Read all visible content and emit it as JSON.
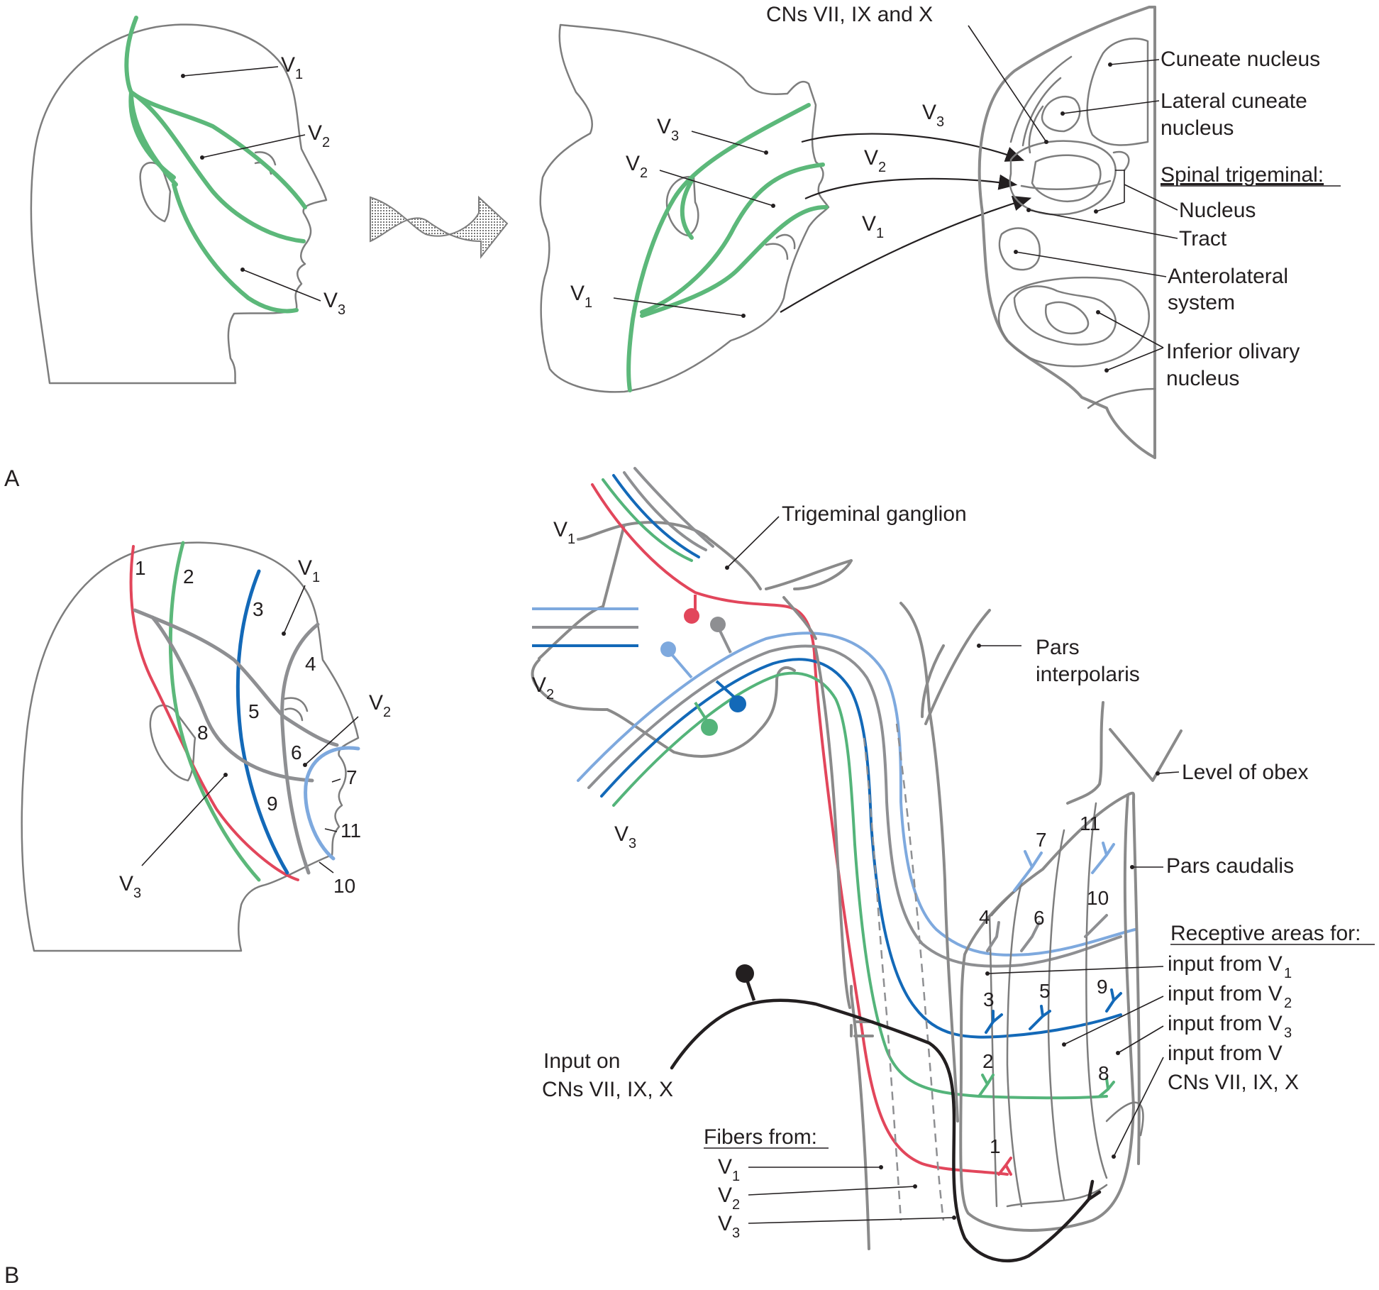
{
  "panels": {
    "a": "A",
    "b": "B"
  },
  "panel_a": {
    "head": {
      "v1": "V",
      "v1_sub": "1",
      "v2": "V",
      "v2_sub": "2",
      "v3": "V",
      "v3_sub": "3"
    },
    "face": {
      "v1": "V",
      "v1_sub": "1",
      "v2": "V",
      "v2_sub": "2",
      "v3": "V",
      "v3_sub": "3"
    },
    "arrows": {
      "v1": "V",
      "v1_sub": "1",
      "v2": "V",
      "v2_sub": "2",
      "v3": "V",
      "v3_sub": "3"
    },
    "medulla": {
      "cns": "CNs VII, IX and X",
      "cuneate": "Cuneate nucleus",
      "lateral_cuneate_1": "Lateral cuneate",
      "lateral_cuneate_2": "nucleus",
      "spinal_trigeminal": "Spinal trigeminal:",
      "nucleus": "Nucleus",
      "tract": "Tract",
      "anterolateral_1": "Anterolateral",
      "anterolateral_2": "system",
      "olivary_1": "Inferior olivary",
      "olivary_2": "nucleus"
    }
  },
  "panel_b": {
    "head": {
      "v1": "V",
      "v1_sub": "1",
      "v2": "V",
      "v2_sub": "2",
      "v3": "V",
      "v3_sub": "3",
      "zones": [
        "1",
        "2",
        "3",
        "4",
        "5",
        "6",
        "7",
        "8",
        "9",
        "10",
        "11"
      ]
    },
    "ganglion": {
      "title": "Trigeminal ganglion",
      "v1": "V",
      "v1_sub": "1",
      "v2": "V",
      "v2_sub": "2",
      "v3": "V",
      "v3_sub": "3"
    },
    "nucleus": {
      "pars_interpolaris_1": "Pars",
      "pars_interpolaris_2": "interpolaris",
      "obex": "Level of obex",
      "pars_caudalis": "Pars caudalis",
      "zones": [
        "1",
        "2",
        "3",
        "4",
        "5",
        "6",
        "7",
        "8",
        "9",
        "10",
        "11"
      ]
    },
    "receptive": {
      "title": "Receptive areas for:",
      "r1": "input from V",
      "r1_sub": "1",
      "r2": "input from V",
      "r2_sub": "2",
      "r3": "input from V",
      "r3_sub": "3",
      "r4": "input from V",
      "r4b": "CNs VII, IX, X"
    },
    "input": {
      "line1": "Input on",
      "line2": "CNs VII, IX, X"
    },
    "fibers": {
      "title": "Fibers from:",
      "f1": "V",
      "f1_sub": "1",
      "f2": "V",
      "f2_sub": "2",
      "f3": "V",
      "f3_sub": "3"
    }
  },
  "colors": {
    "v1_fibers": "#e2465b",
    "v2_fibers": "#5cb87a",
    "v3_fibers": "#1369b8",
    "light_blue": "#7ea9de",
    "gray": "#8e8f92",
    "input_cn": "#231f20"
  }
}
